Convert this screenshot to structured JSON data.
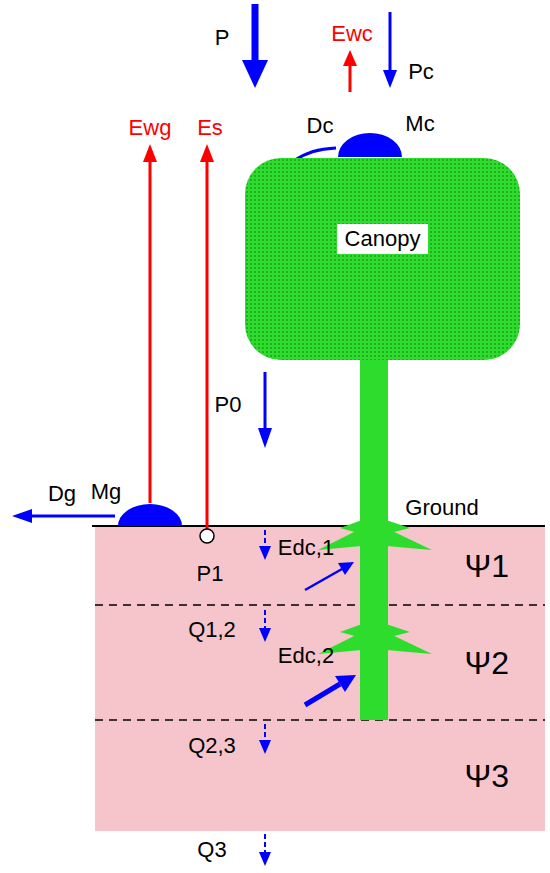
{
  "diagram": {
    "nodes": [
      {
        "text": [
          "Canopy"
        ]
      },
      {
        "text": [
          "Ψ1"
        ]
      },
      {
        "text": [
          "Ψ2"
        ]
      },
      {
        "text": [
          "Ψ3"
        ]
      }
    ],
    "labels": [
      "P",
      "Ewc",
      "Pc",
      "Dc",
      "Mc",
      "Ewg",
      "Es",
      "P0",
      "Dg",
      "Mg",
      "Ground",
      "P1",
      "Edc,1",
      "Q1,2",
      "Edc,2",
      "Q2,3",
      "Q3"
    ]
  }
}
